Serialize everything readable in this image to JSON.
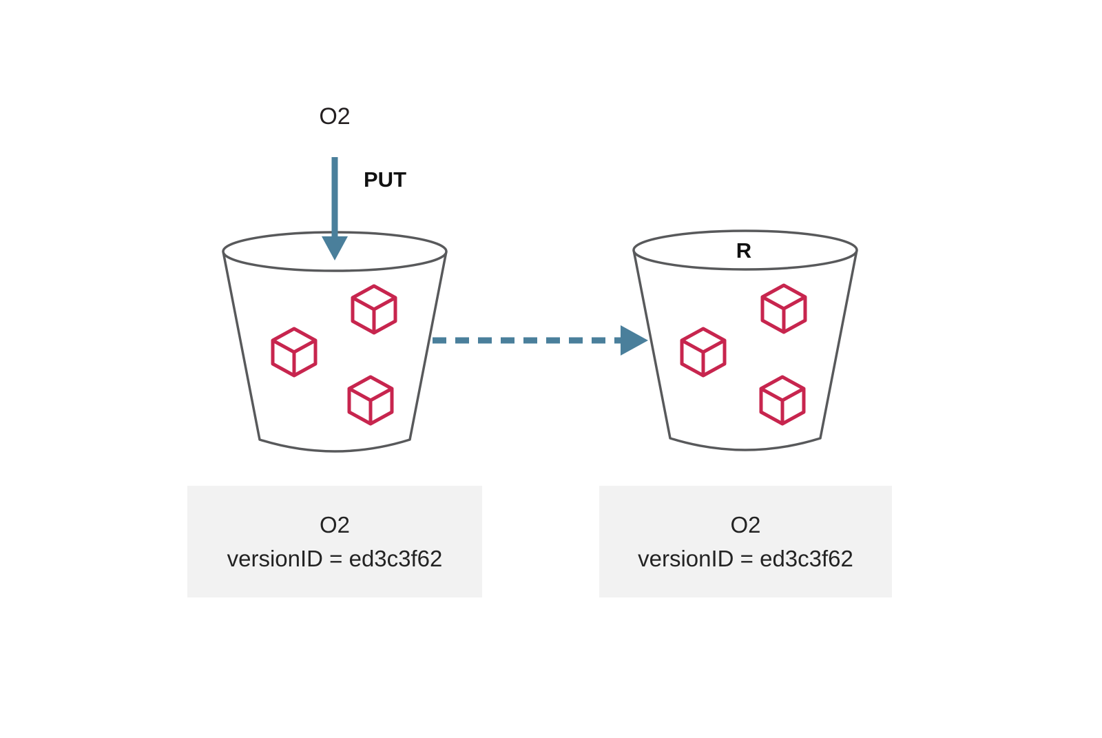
{
  "labels": {
    "object": "O2",
    "put": "PUT",
    "replica": "R"
  },
  "captions": {
    "source": {
      "line1": "O2",
      "line2": "versionID = ed3c3f62"
    },
    "destination": {
      "line1": "O2",
      "line2": "versionID = ed3c3f62"
    }
  },
  "icons": {
    "source_bucket": "bucket-icon",
    "destination_bucket": "bucket-icon",
    "objects": "cube-icon",
    "put_arrow": "arrow-down-icon",
    "replication_arrow": "dashed-arrow-right-icon"
  },
  "colors": {
    "arrow": "#4a7f9b",
    "cube": "#c7254e",
    "bucket-outline": "#58595b",
    "caption-bg": "#f2f2f2"
  }
}
